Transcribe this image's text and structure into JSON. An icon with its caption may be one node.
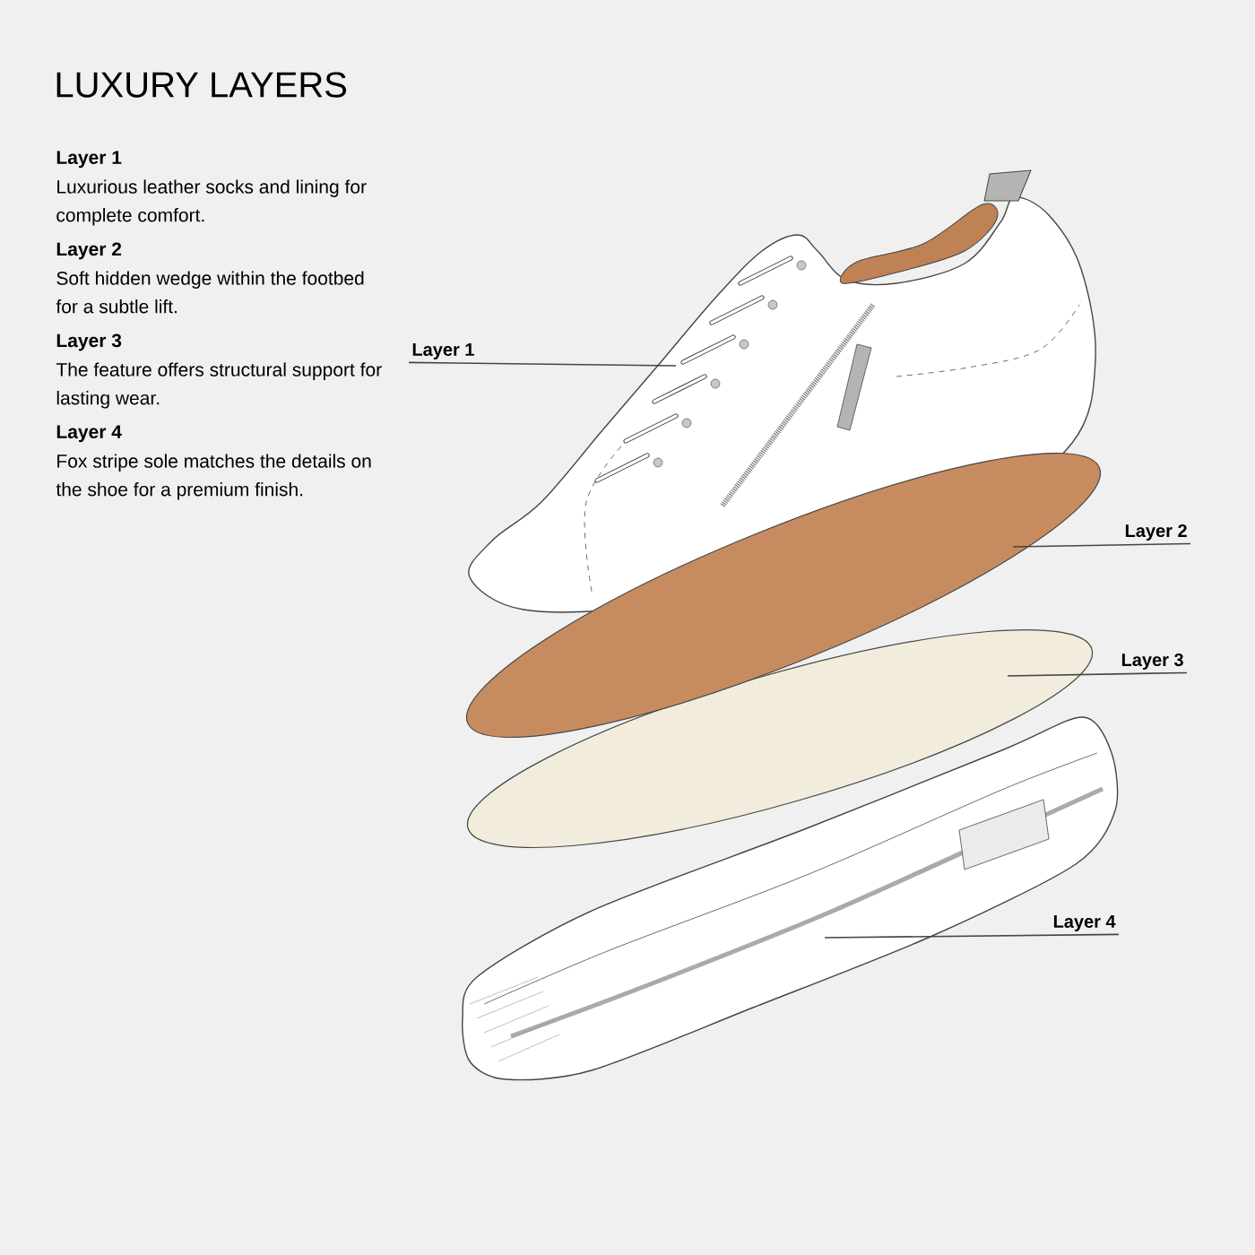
{
  "diagram": {
    "title": "LUXURY LAYERS",
    "nodes": [
      {
        "text": [
          "Layer 1"
        ]
      },
      {
        "text": [],
        "shape": "picture"
      },
      {
        "text": [
          "Layer 2"
        ]
      },
      {
        "text": [],
        "shape": "picture"
      },
      {
        "text": [
          "Layer 3"
        ]
      },
      {
        "text": [],
        "shape": "picture"
      },
      {
        "text": [
          "Layer 4"
        ]
      },
      {
        "text": [],
        "shape": "picture"
      }
    ],
    "edges": [
      {
        "from": 0,
        "to": 1,
        "arrow": "none"
      },
      {
        "from": 2,
        "to": 3,
        "arrow": "none"
      },
      {
        "from": 4,
        "to": 5,
        "arrow": "none"
      },
      {
        "from": 6,
        "to": 7,
        "arrow": "none"
      }
    ],
    "labels": [
      "Layer 1",
      "Luxurious leather socks and lining for complete comfort.",
      "Layer 2",
      "Soft hidden wedge within the footbed for a subtle lift.",
      "Layer 3",
      "The feature offers structural support for lasting wear.",
      "Layer 4",
      "Fox stripe sole matches the details on the shoe for a premium finish."
    ]
  }
}
